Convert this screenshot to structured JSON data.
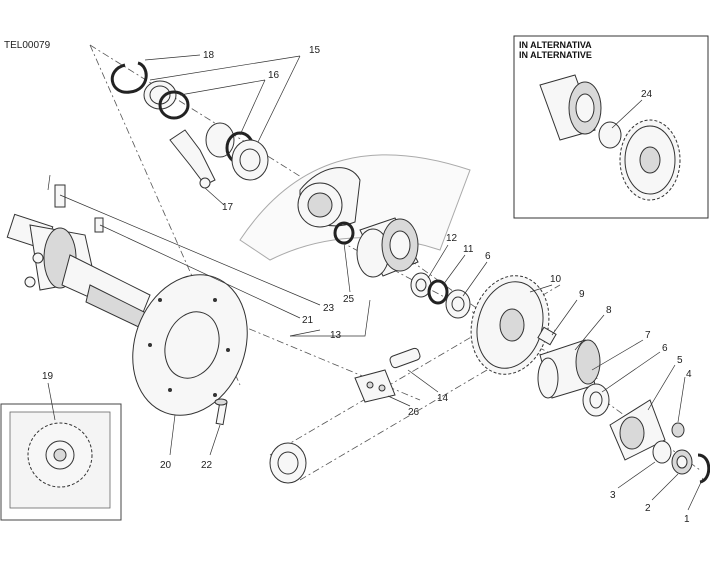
{
  "drawing_code": "TEL00079",
  "inset": {
    "title_line1": "IN ALTERNATIVA",
    "title_line2": "IN ALTERNATIVE",
    "part_label": "24"
  },
  "part_labels": {
    "p1": "1",
    "p2": "2",
    "p3": "3",
    "p4": "4",
    "p5": "5",
    "p6a": "6",
    "p6b": "6",
    "p7": "7",
    "p8": "8",
    "p9": "9",
    "p10": "10",
    "p11": "11",
    "p12": "12",
    "p13": "13",
    "p14": "14",
    "p15": "15",
    "p16": "16",
    "p17": "17",
    "p18": "18",
    "p19": "19",
    "p20": "20",
    "p21": "21",
    "p22": "22",
    "p23": "23",
    "p25": "25",
    "p26": "26"
  }
}
